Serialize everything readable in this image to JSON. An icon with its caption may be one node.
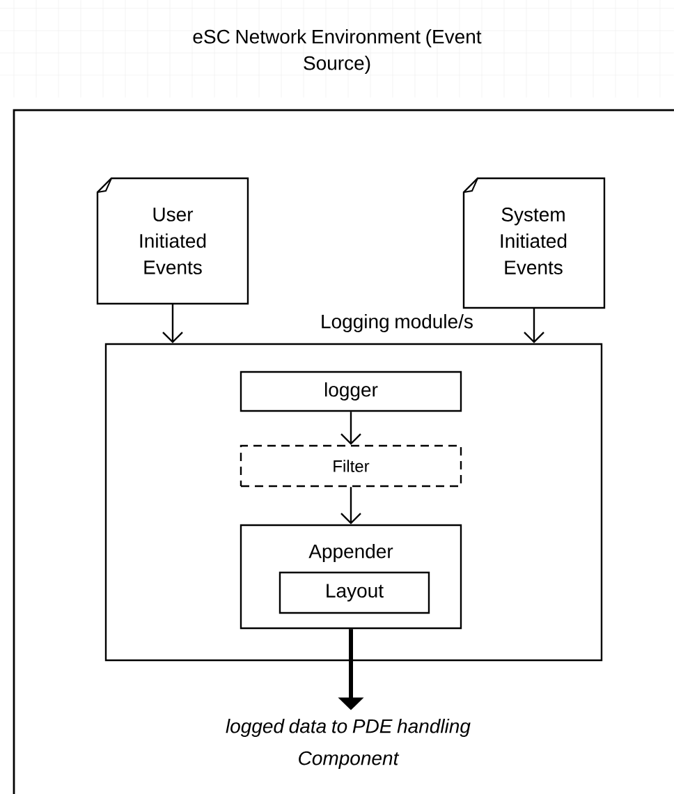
{
  "diagram": {
    "nodes": [
      {
        "text": [
          "eSC Network Environment (Event Source)"
        ]
      },
      {
        "text": [
          "User Initiated Events"
        ],
        "in": 0
      },
      {
        "text": [
          "System Initiated Events"
        ],
        "in": 0
      },
      {
        "text": [
          "Logging module/s"
        ],
        "in": 0
      },
      {
        "text": [
          "logger"
        ],
        "in": 3
      },
      {
        "text": [
          "Filter"
        ],
        "in": 3
      },
      {
        "text": [
          "Appender"
        ],
        "in": 3
      },
      {
        "text": [
          "Layout"
        ],
        "in": 6
      },
      {
        "text": [
          "logged data to PDE handling Component"
        ],
        "in": 0
      }
    ],
    "edges": [
      {
        "from": 1,
        "to": 3,
        "arrow": "to"
      },
      {
        "from": 2,
        "to": 3,
        "arrow": "to"
      },
      {
        "from": 4,
        "to": 5,
        "arrow": "to"
      },
      {
        "from": 5,
        "to": 6,
        "arrow": "to"
      },
      {
        "from": 6,
        "to": 8,
        "arrow": "to",
        "style": "thick"
      }
    ]
  }
}
